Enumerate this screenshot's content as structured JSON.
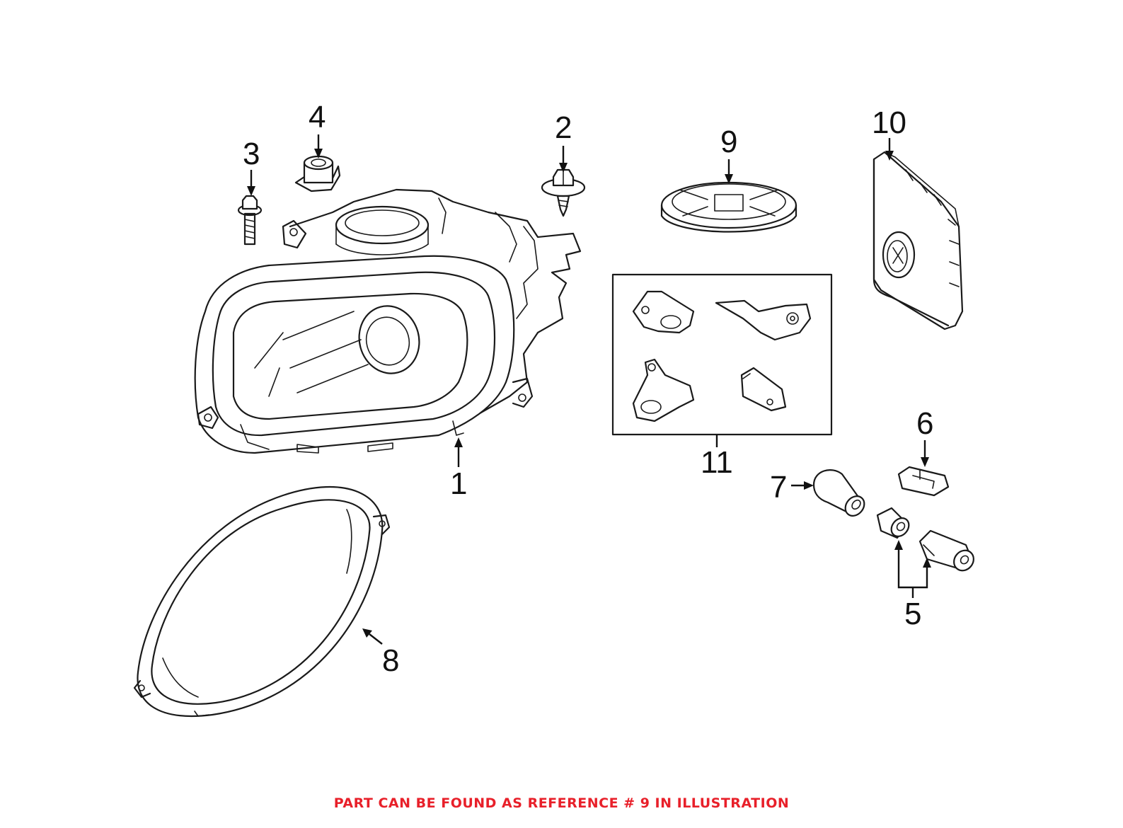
{
  "caption": {
    "text": "PART CAN BE FOUND AS REFERENCE # 9 IN ILLUSTRATION",
    "color": "#e8202a"
  },
  "callouts": {
    "c1": "1",
    "c2": "2",
    "c3": "3",
    "c4": "4",
    "c5": "5",
    "c6": "6",
    "c7": "7",
    "c8": "8",
    "c9": "9",
    "c10": "10",
    "c11": "11"
  },
  "parts": [
    {
      "ref": "1",
      "icon": "headlight-assembly-icon"
    },
    {
      "ref": "2",
      "icon": "flange-screw-icon"
    },
    {
      "ref": "3",
      "icon": "bolt-icon"
    },
    {
      "ref": "4",
      "icon": "bracket-clip-icon"
    },
    {
      "ref": "5",
      "icon": "bulb-socket-icon"
    },
    {
      "ref": "6",
      "icon": "clip-icon"
    },
    {
      "ref": "7",
      "icon": "bulb-icon"
    },
    {
      "ref": "8",
      "icon": "trim-ring-icon"
    },
    {
      "ref": "9",
      "icon": "dust-cover-cap-icon"
    },
    {
      "ref": "10",
      "icon": "control-module-icon"
    },
    {
      "ref": "11",
      "icon": "repair-kit-icon"
    }
  ]
}
